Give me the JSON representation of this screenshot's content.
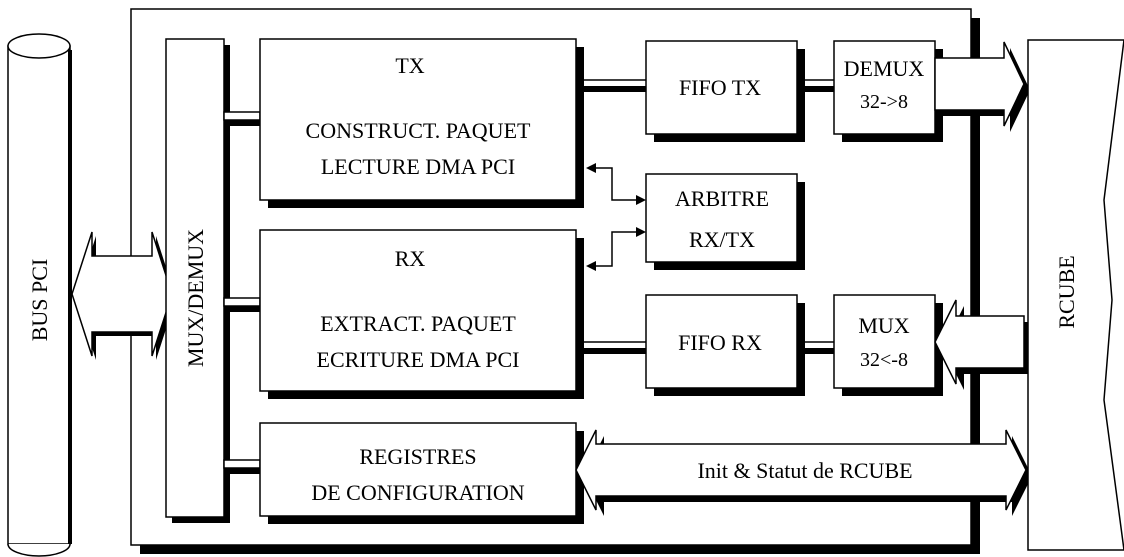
{
  "diagram": {
    "bus_pci": "BUS PCI",
    "mux_demux": "MUX/DEMUX",
    "tx": {
      "title": "TX",
      "line1": "CONSTRUCT. PAQUET",
      "line2": "LECTURE DMA PCI"
    },
    "rx": {
      "title": "RX",
      "line1": "EXTRACT. PAQUET",
      "line2": "ECRITURE DMA PCI"
    },
    "registres": {
      "line1": "REGISTRES",
      "line2": "DE CONFIGURATION"
    },
    "fifo_tx": "FIFO TX",
    "fifo_rx": "FIFO RX",
    "arbitre": {
      "line1": "ARBITRE",
      "line2": "RX/TX"
    },
    "demux": {
      "line1": "DEMUX",
      "line2": "32->8"
    },
    "mux": {
      "line1": "MUX",
      "line2": "32<-8"
    },
    "rcube": "RCUBE",
    "init_statut": "Init & Statut de RCUBE"
  }
}
